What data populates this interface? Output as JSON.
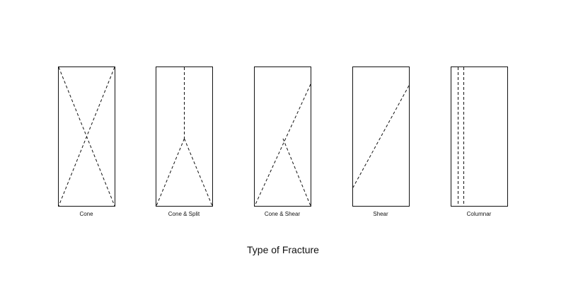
{
  "title": "Type of Fracture",
  "specimens": [
    {
      "label": "Cone"
    },
    {
      "label": "Cone & Split"
    },
    {
      "label": "Cone & Shear"
    },
    {
      "label": "Shear"
    },
    {
      "label": "Columnar"
    }
  ],
  "colors": {
    "stroke": "#111111",
    "background": "#ffffff"
  }
}
